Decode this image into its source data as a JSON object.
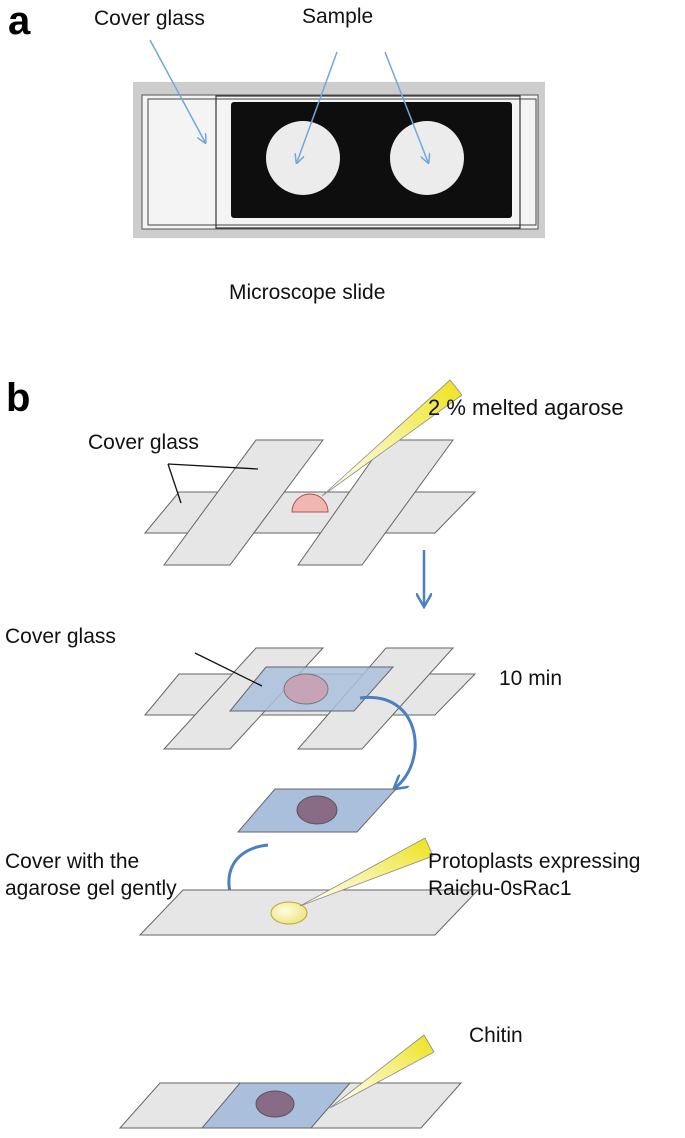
{
  "panel_a": {
    "letter": "a",
    "cover_glass_label": "Cover glass",
    "sample_label": "Sample",
    "slide_caption": "Microscope slide"
  },
  "panel_b": {
    "letter": "b",
    "step1_cover_glass_label": "Cover glass",
    "step1_agarose_label": "2 % melted agarose",
    "step2_cover_glass_label": "Cover glass",
    "step2_time_label": "10 min",
    "step3_instruction_line1": "Cover with the",
    "step3_instruction_line2": "agarose gel gently",
    "step3_protoplast_line1": "Protoplasts expressing",
    "step3_protoplast_line2": "Raichu-0sRac1",
    "step4_chitin_label": "Chitin"
  },
  "colors": {
    "arrow_blue": "#6fa8dc",
    "flow_arrow_blue": "#4a7fc1",
    "glass_gray": "#e6e6e6",
    "glass_blue": "#a9bfdc",
    "agarose_pink": "#f2b6b0",
    "sample_purple": "#8a6b86",
    "protoplast_yellow": "#f3ec9a",
    "pipette_yellow": "#f2ea2c"
  }
}
